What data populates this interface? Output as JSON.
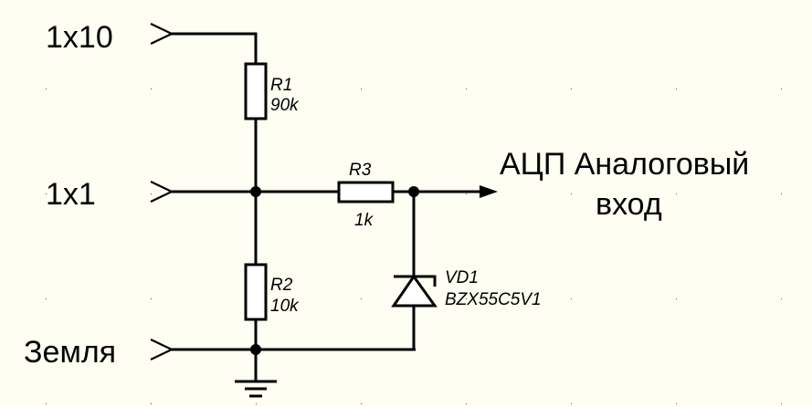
{
  "diagram": {
    "type": "circuit-schematic",
    "inputs": [
      {
        "id": "in-x10",
        "label": "1x10"
      },
      {
        "id": "in-x1",
        "label": "1x1"
      },
      {
        "id": "in-gnd",
        "label": "Земля"
      }
    ],
    "output": {
      "label_line1": "АЦП Аналоговый",
      "label_line2": "вход"
    },
    "components": {
      "r1": {
        "ref": "R1",
        "value": "90k"
      },
      "r2": {
        "ref": "R2",
        "value": "10k"
      },
      "r3": {
        "ref": "R3",
        "value": "1k"
      },
      "vd1": {
        "ref": "VD1",
        "value": "BZX55C5V1"
      }
    },
    "colors": {
      "background": "#fefef2",
      "wire": "#000000",
      "component_fill": "#ffffff"
    }
  }
}
